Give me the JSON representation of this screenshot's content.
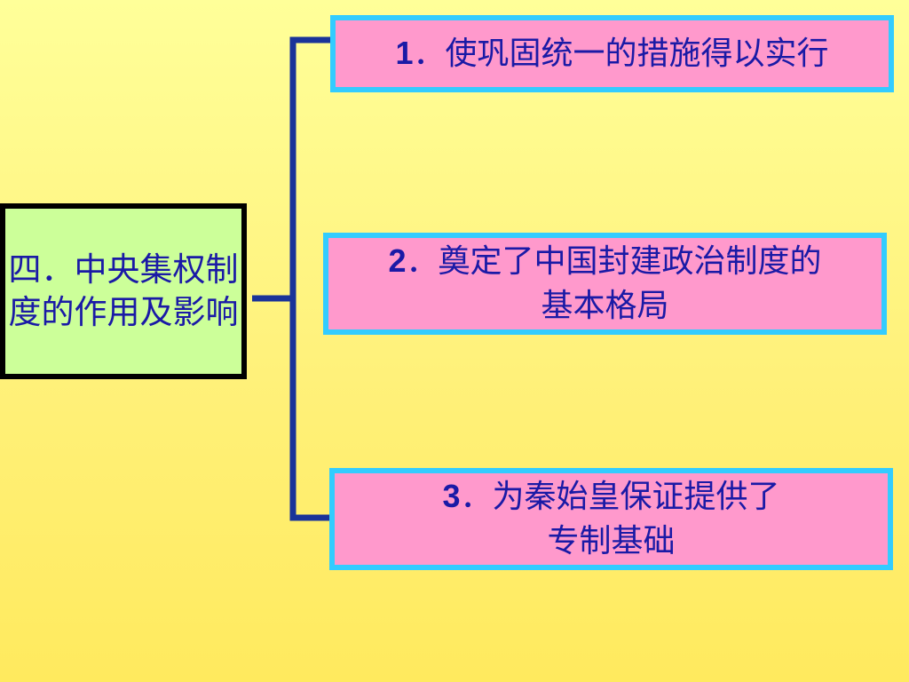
{
  "root": {
    "label": "四．中央集权制度的作用及影响"
  },
  "branches": [
    {
      "num": "1",
      "sep": "．",
      "text": "使巩固统一的措施得以实行",
      "text2": ""
    },
    {
      "num": "2",
      "sep": "．",
      "text": "奠定了中国封建政治制度的",
      "text2": "基本格局"
    },
    {
      "num": "3",
      "sep": "．",
      "text": "为秦始皇保证提供了",
      "text2": "专制基础"
    }
  ],
  "colors": {
    "root_fill": "#ccff99",
    "root_border": "#000000",
    "branch_fill": "#ff99cc",
    "branch_border": "#33ccff",
    "connector": "#1a3399",
    "text": "#1a1aa6"
  }
}
